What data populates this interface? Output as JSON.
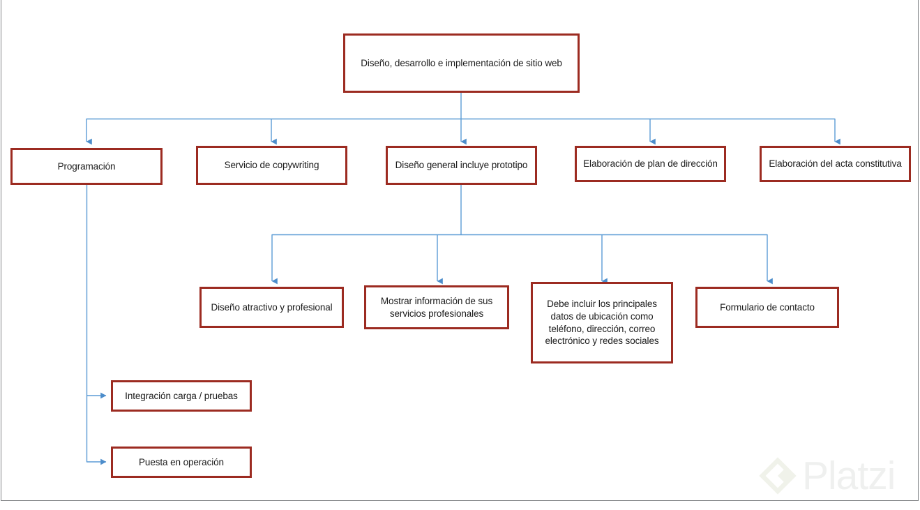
{
  "diagram": {
    "title": "Diseño, desarrollo e implementación de sitio web",
    "type": "hierarchy-tree",
    "colors": {
      "node_border": "#9C2B21",
      "node_fill": "#FFFFFF",
      "connector": "#5B9BD5",
      "text": "#1A1A1A",
      "page_frame": "#808285",
      "watermark": "#EFF0EF"
    },
    "nodes": [
      {
        "id": "root",
        "label": "Diseño, desarrollo e implementación de sitio web",
        "level": 0
      },
      {
        "id": "prog",
        "label": "Programación",
        "level": 1
      },
      {
        "id": "copy",
        "label": "Servicio de copywriting",
        "level": 1
      },
      {
        "id": "disgen",
        "label": "Diseño general incluye prototipo",
        "level": 1
      },
      {
        "id": "plan",
        "label": "Elaboración de plan de dirección",
        "level": 1
      },
      {
        "id": "acta",
        "label": "Elaboración del acta constitutiva",
        "level": 1
      },
      {
        "id": "atractivo",
        "label": "Diseño atractivo y profesional",
        "level": 2
      },
      {
        "id": "mostrar",
        "label": "Mostrar información de sus servicios profesionales",
        "level": 2
      },
      {
        "id": "ubicacion",
        "label": "Debe incluir los principales datos de ubicación como teléfono, dirección, correo electrónico y redes sociales",
        "level": 2
      },
      {
        "id": "formulario",
        "label": "Formulario de contacto",
        "level": 2
      },
      {
        "id": "integracion",
        "label": "Integración carga / pruebas",
        "level": 2
      },
      {
        "id": "puesta",
        "label": "Puesta en operación",
        "level": 2
      }
    ],
    "edges": [
      {
        "from": "root",
        "to": "prog"
      },
      {
        "from": "root",
        "to": "copy"
      },
      {
        "from": "root",
        "to": "disgen"
      },
      {
        "from": "root",
        "to": "plan"
      },
      {
        "from": "root",
        "to": "acta"
      },
      {
        "from": "disgen",
        "to": "atractivo"
      },
      {
        "from": "disgen",
        "to": "mostrar"
      },
      {
        "from": "disgen",
        "to": "ubicacion"
      },
      {
        "from": "disgen",
        "to": "formulario"
      },
      {
        "from": "prog",
        "to": "integracion"
      },
      {
        "from": "prog",
        "to": "puesta"
      }
    ]
  },
  "watermark": {
    "brand": "Platzi",
    "logo_icon": "platzi-diamond-icon"
  }
}
